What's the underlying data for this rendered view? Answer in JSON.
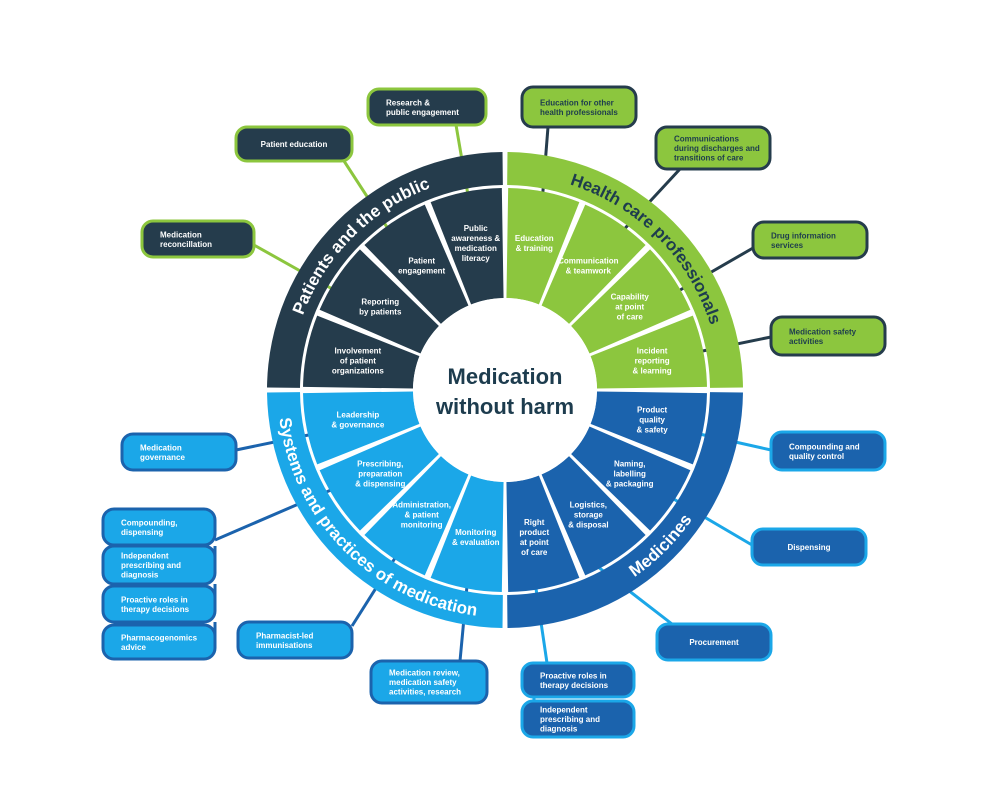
{
  "colors": {
    "navy": "#253c4c",
    "green": "#8cc63e",
    "blue": "#1b63ad",
    "light_blue": "#1ba7e8",
    "white": "#ffffff",
    "center_text": "#1d3c4e"
  },
  "center": {
    "line1": "Medication",
    "line2": "without harm"
  },
  "quadrants": {
    "patients": {
      "band": "Patients and the public",
      "segments": [
        [
          "Public",
          "awareness &",
          "medication",
          "literacy"
        ],
        [
          "Patient",
          "engagement"
        ],
        [
          "Reporting",
          "by patients"
        ],
        [
          "Involvement",
          "of patient",
          "organizations"
        ]
      ],
      "boxes": [
        [
          "Research &",
          "public engagement"
        ],
        [
          "Patient education"
        ],
        [
          "Medication",
          "reconcillation"
        ]
      ]
    },
    "professionals": {
      "band": "Health care professionals",
      "segments": [
        [
          "Education",
          "& training"
        ],
        [
          "Communication",
          "& teamwork"
        ],
        [
          "Capability",
          "at point",
          "of care"
        ],
        [
          "Incident",
          "reporting",
          "& learning"
        ]
      ],
      "boxes": [
        [
          "Education for other",
          "health professionals"
        ],
        [
          "Communications",
          "during discharges and",
          "transitions of care"
        ],
        [
          "Drug information",
          "services"
        ],
        [
          "Medication safety",
          "activities"
        ]
      ]
    },
    "medicines": {
      "band": "Medicines",
      "segments": [
        [
          "Product",
          "quality",
          "& safety"
        ],
        [
          "Naming,",
          "labelling",
          "& packaging"
        ],
        [
          "Logistics,",
          "storage",
          "& disposal"
        ],
        [
          "Right",
          "product",
          "at point",
          "of care"
        ]
      ],
      "boxes": [
        [
          "Compounding and",
          "quality control"
        ],
        [
          "Dispensing"
        ],
        [
          "Procurement"
        ],
        [
          "Proactive roles in",
          "therapy decisions"
        ],
        [
          "Independent",
          "prescribing and",
          "diagnosis"
        ]
      ]
    },
    "systems": {
      "band": "Systems and practices of medication",
      "segments": [
        [
          "Leadership",
          "& governance"
        ],
        [
          "Prescribing,",
          "preparation",
          "& dispensing"
        ],
        [
          "Administration,",
          "& patient",
          "monitoring"
        ],
        [
          "Monitoring",
          "& evaluation"
        ]
      ],
      "boxes": [
        [
          "Medication",
          "governance"
        ],
        [
          "Compounding,",
          "dispensing"
        ],
        [
          "Independent",
          "prescribing and",
          "diagnosis"
        ],
        [
          "Proactive roles in",
          "therapy decisions"
        ],
        [
          "Pharmacogenomics",
          "advice"
        ],
        [
          "Pharmacist-led",
          "immunisations"
        ],
        [
          "Medication review,",
          "medication safety",
          "activities, research"
        ]
      ]
    }
  }
}
